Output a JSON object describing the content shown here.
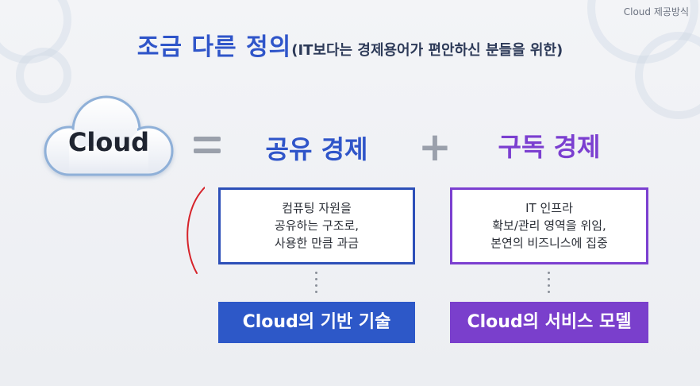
{
  "corner_label": "Cloud 제공방식",
  "title": {
    "main": "조금 다른 정의",
    "sub": "(IT보다는 경제용어가 편안하신 분들을 위한)"
  },
  "cloud_label": "Cloud",
  "left_column": {
    "heading": "공유 경제",
    "box_lines": [
      "컴퓨팅 자원을",
      "공유하는 구조로,",
      "사용한 만큼 과금"
    ],
    "badge": "Cloud의 기반 기술"
  },
  "right_column": {
    "heading": "구독 경제",
    "box_lines": [
      "IT 인프라",
      "확보/관리 영역을 위임,",
      "본연의 비즈니스에 집중"
    ],
    "badge": "Cloud의 서비스 모델"
  },
  "colors": {
    "blue": "#2d58c8",
    "purple": "#7a3fcc",
    "gray_operator": "#9aa0ab",
    "annotation_red": "#d6232a"
  }
}
